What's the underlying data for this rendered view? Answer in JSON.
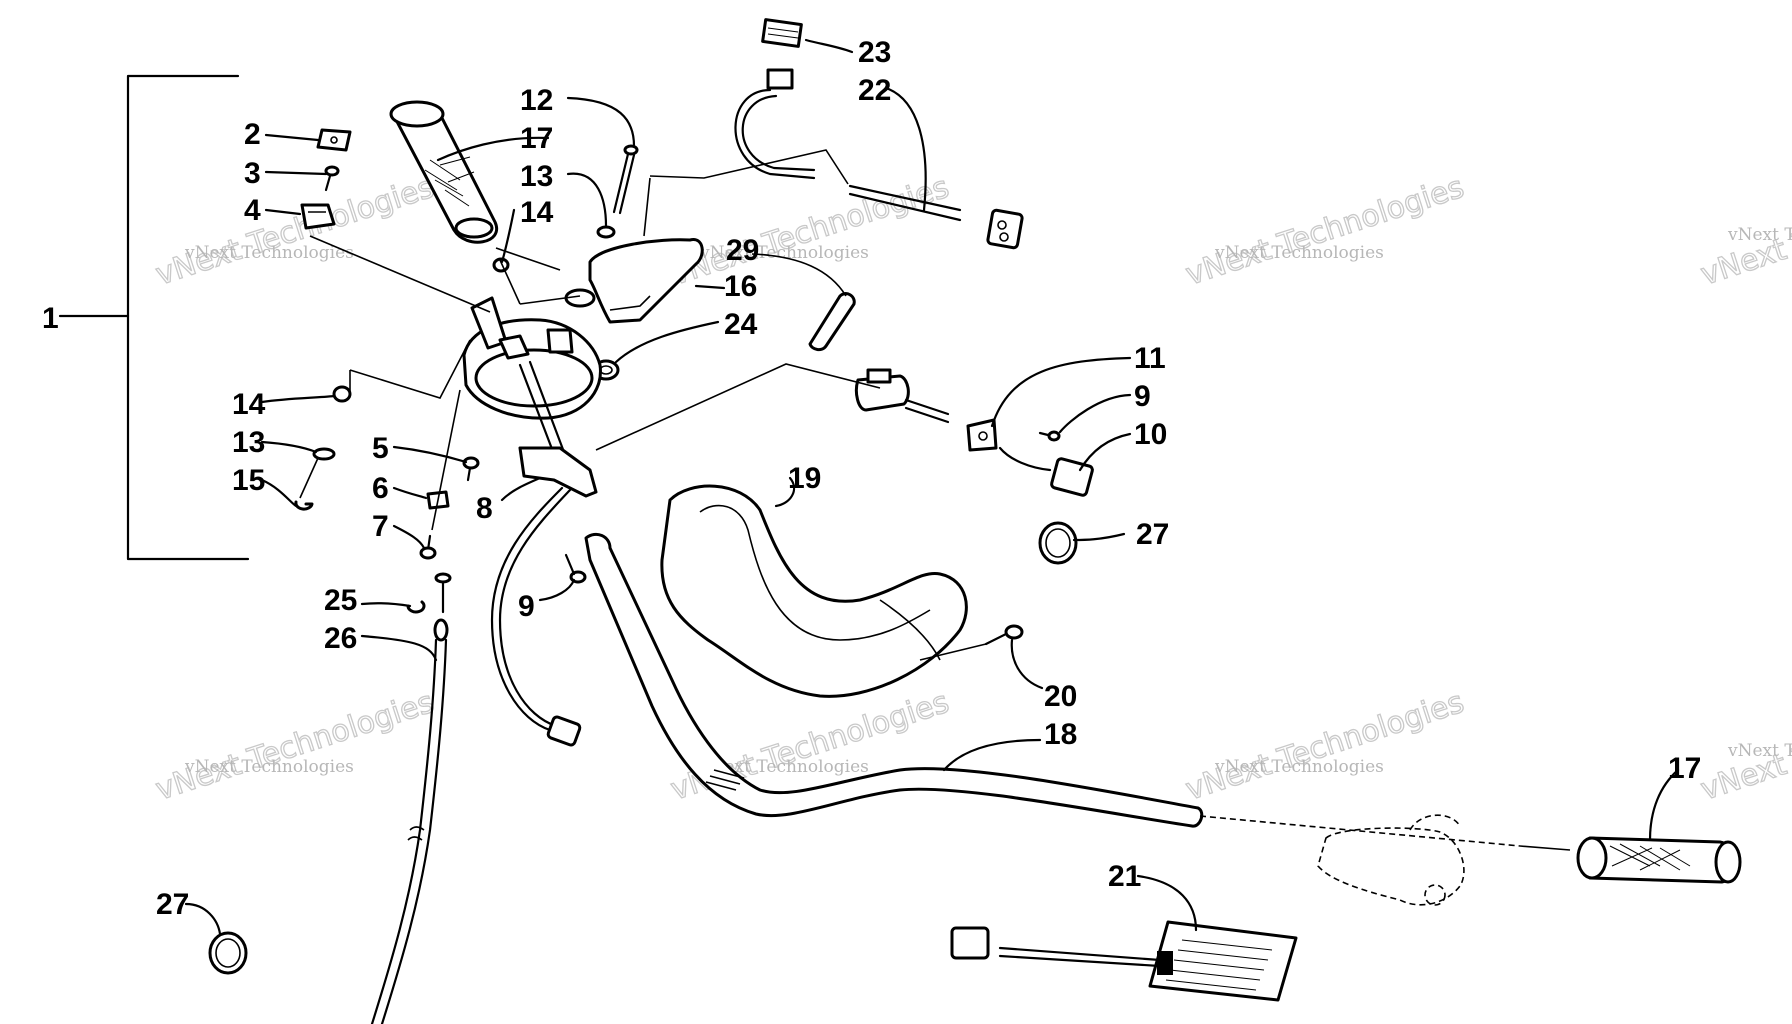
{
  "callouts": {
    "c1": "1",
    "c2": "2",
    "c3": "3",
    "c4": "4",
    "c5": "5",
    "c6": "6",
    "c7": "7",
    "c8": "8",
    "c9a": "9",
    "c9b": "9",
    "c10": "10",
    "c11": "11",
    "c12": "12",
    "c13a": "13",
    "c13b": "13",
    "c14a": "14",
    "c14b": "14",
    "c15": "15",
    "c16": "16",
    "c17a": "17",
    "c17b": "17",
    "c18": "18",
    "c19": "19",
    "c20": "20",
    "c21": "21",
    "c22": "22",
    "c23": "23",
    "c24": "24",
    "c25": "25",
    "c26": "26",
    "c27a": "27",
    "c27b": "27",
    "c29": "29"
  },
  "watermark": {
    "small": "vNext Technologies",
    "big": "vNext Technologies"
  }
}
